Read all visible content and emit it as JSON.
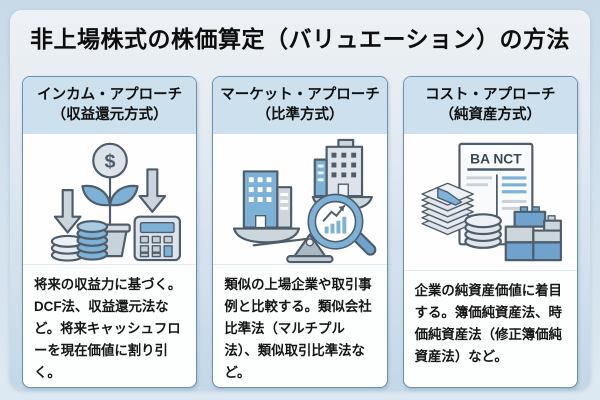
{
  "page": {
    "title": "非上場株式の株価算定（バリュエーション）の方法"
  },
  "columns": [
    {
      "header_line1": "インカム・アプローチ",
      "header_line2": "（収益還元方式）",
      "description": "将来の収益力に基づく。DCF法、収益還元法など。将来キャッシュフローを現在価値に割り引く。",
      "illustration": "money-plant-coin-arrows-calculator"
    },
    {
      "header_line1": "マーケット・アプローチ",
      "header_line2": "（比準方式）",
      "description": "類似の上場企業や取引事例と比較する。類似会社比準法（マルチプル法）、類似取引比準法など。",
      "illustration": "balance-scale-buildings-magnifier"
    },
    {
      "header_line1": "コスト・アプローチ",
      "header_line2": "（純資産方式）",
      "description": "企業の純資産価値に着目する。簿価純資産法、時価純資産法（修正簿価純資産法）など。",
      "illustration": "balance-sheet-cash-coins-blocks"
    }
  ],
  "illustration_labels": {
    "document_header": "BA NCT",
    "coin_symbol": "$"
  },
  "colors": {
    "background": "#d3e2ee",
    "panel": "#e8eef3",
    "card_border": "#6b8fb0",
    "card_header_bg": "#cde0ee",
    "accent_blue": "#7db1d6",
    "accent_blue_dark": "#6fa3cd",
    "gray_fill": "#d6dde3",
    "outline": "#4e5d6b",
    "text": "#101010"
  }
}
